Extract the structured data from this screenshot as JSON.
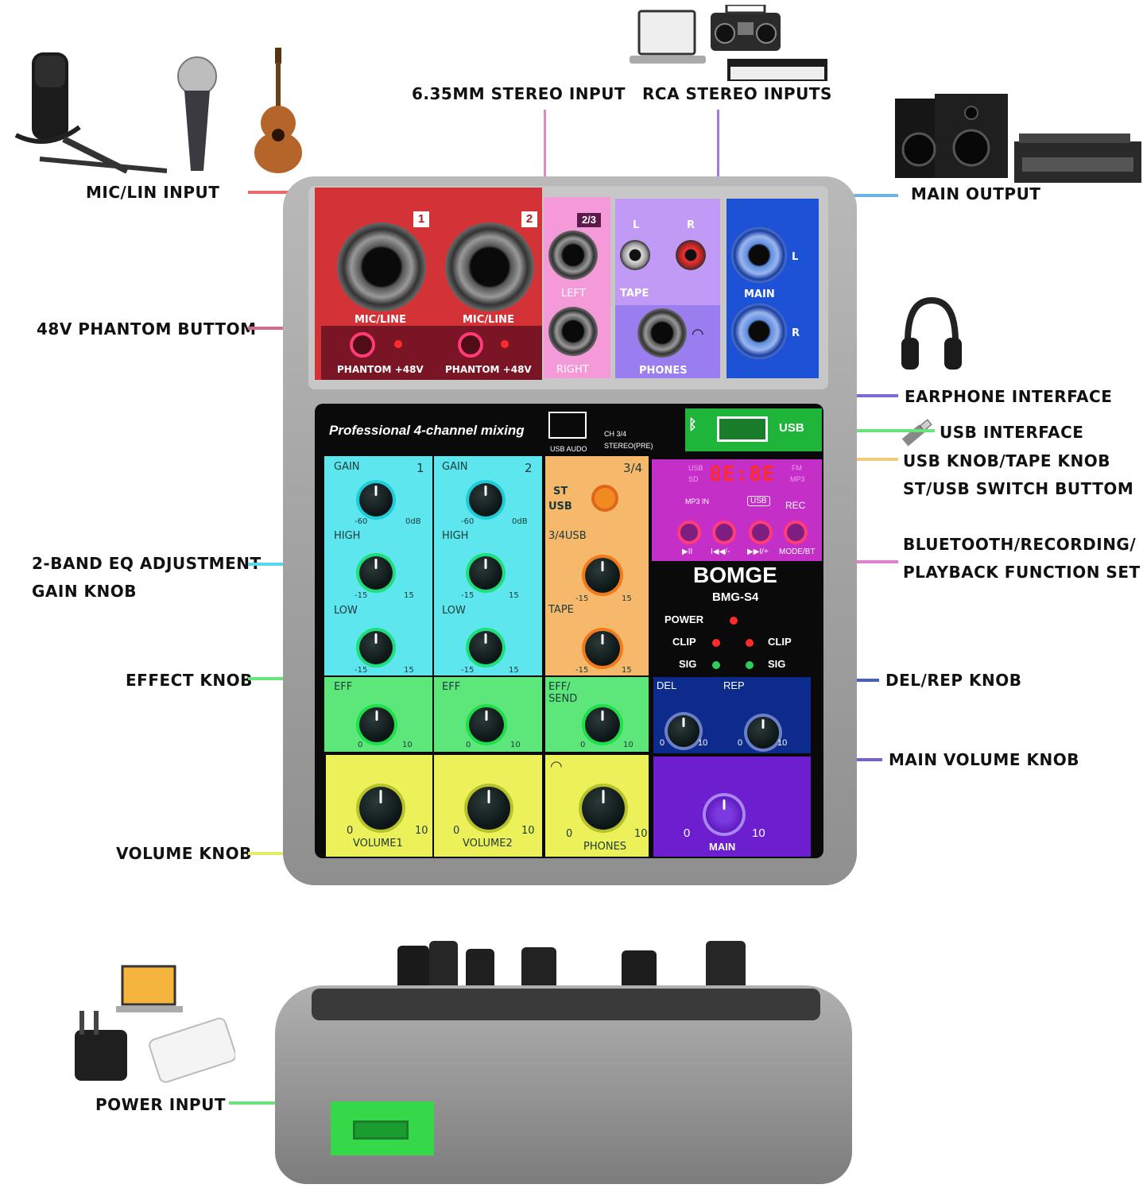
{
  "callouts": {
    "mic_lin_input": "MIC/LIN INPUT",
    "stereo_635": "6.35MM STEREO INPUT",
    "rca_inputs": "RCA STEREO INPUTS",
    "main_output": "MAIN OUTPUT",
    "phantom_button": "48V PHANTOM  BUTTOM",
    "earphone": "EARPHONE INTERFACE",
    "usb_interface": "USB INTERFACE",
    "usb_tape_knob": "USB KNOB/TAPE KNOB",
    "st_usb_switch": "ST/USB SWITCH BUTTOM",
    "bt_rec_1": "BLUETOOTH/RECORDING/",
    "bt_rec_2": "PLAYBACK FUNCTION SET",
    "eq_1": "2-BAND EQ ADJUSTMENT",
    "eq_2": "GAIN KNOB",
    "effect_knob": "EFFECT KNOB",
    "del_rep_knob": "DEL/REP KNOB",
    "main_volume_knob": "MAIN VOLUME KNOB",
    "volume_knob": "VOLUME KNOB",
    "power_input": "POWER INPUT"
  },
  "mixer": {
    "ch1_num": "1",
    "ch2_num": "2",
    "ch23_num": "2/3",
    "mic_line": "MIC/LINE",
    "phantom": "PHANTOM  +48V",
    "left": "LEFT",
    "right": "RIGHT",
    "rca_l": "L",
    "rca_r": "R",
    "tape": "TAPE",
    "phones": "PHONES",
    "main": "MAIN",
    "out_l": "L",
    "out_r": "R",
    "header_title": "Professional 4-channel mixing",
    "usb_audio": "USB AUDO",
    "ch34": "CH 3/4",
    "stereo_pre": "STEREO(PRE)",
    "usb": "USB",
    "gain": "GAIN",
    "gain_min": "-60",
    "gain_max": "0dB",
    "high": "HIGH",
    "low": "LOW",
    "eq_min": "-15",
    "eq_max": "15",
    "ch34_num": "3/4",
    "st": "ST",
    "usb_small": "USB",
    "usb34": "3/4USB",
    "tape_label": "TAPE",
    "eff": "EFF",
    "eff_send_1": "EFF/",
    "eff_send_2": "SEND",
    "zero": "0",
    "ten": "10",
    "volume1": "VOLUME1",
    "volume2": "VOLUME2",
    "phones_vol": "PHONES",
    "display": "8E:8E",
    "disp_usb": "USB",
    "disp_sd": "SD",
    "disp_fm": "FM",
    "disp_mp3": "MP3",
    "mp3in": "MP3 IN",
    "usb_tag": "USB",
    "rec": "REC",
    "ctrl_play": "▶II",
    "ctrl_prev": "I◀◀/-",
    "ctrl_next": "▶▶I/+",
    "ctrl_mode": "MODE/BT",
    "brand": "BOMGE",
    "model": "BMG-S4",
    "power": "POWER",
    "clip": "CLIP",
    "sig": "SIG",
    "del": "DEL",
    "rep": "REP",
    "main_vol": "MAIN"
  },
  "colors": {
    "red": "#d9292b",
    "pink": "#f49ad8",
    "lavender": "#c39af5",
    "blue": "#1f50d6",
    "cyan": "#5fe6ef",
    "green": "#5fe87a",
    "orange": "#f6b96a",
    "yellow": "#ecf15a",
    "magenta": "#c42fc7",
    "purple": "#6d1fd0",
    "navy": "#0d2b8c"
  }
}
